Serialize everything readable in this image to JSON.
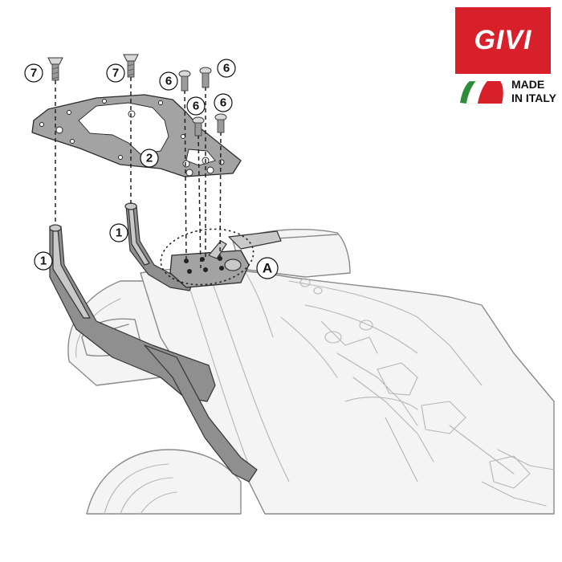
{
  "brand": {
    "logo_text": "GIVI",
    "made_line1": "MADE",
    "made_line2": "IN ITALY",
    "logo_color": "#d8202a",
    "flag_colors": [
      "#2e8b3a",
      "#ffffff",
      "#d8202a"
    ]
  },
  "callouts": {
    "screw7_left": "7",
    "screw7_right": "7",
    "screw6_a": "6",
    "screw6_b": "6",
    "screw6_c": "6",
    "screw6_d": "6",
    "plate": "2",
    "arm_left": "1",
    "arm_right": "1",
    "detail": "A"
  },
  "icons": {
    "flag": "italian-flag-icon"
  }
}
